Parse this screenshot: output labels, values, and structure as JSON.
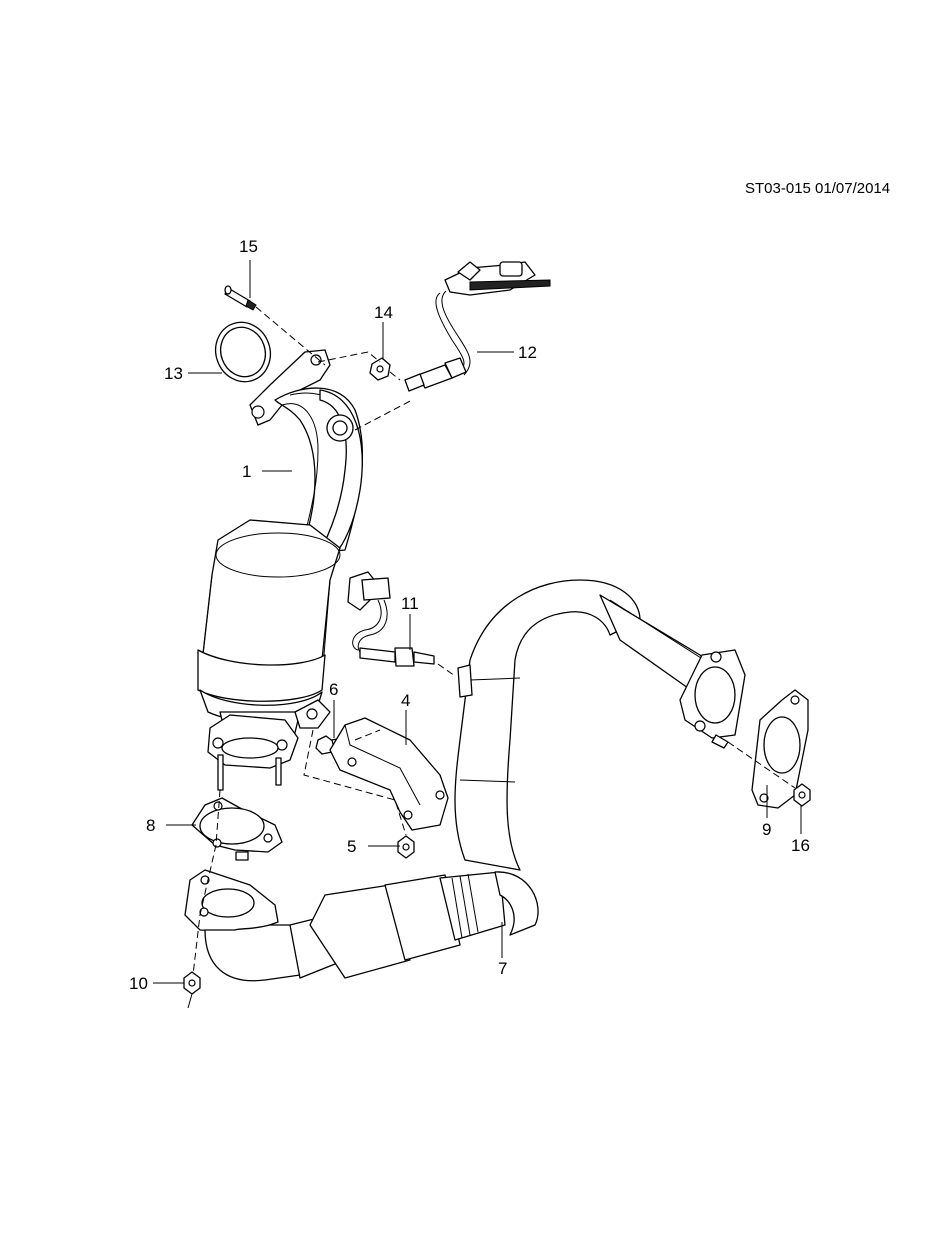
{
  "drawing": {
    "reference_code": "ST03-015 01/07/2014"
  },
  "callouts": [
    {
      "id": "c1",
      "label": "1"
    },
    {
      "id": "c4",
      "label": "4"
    },
    {
      "id": "c5",
      "label": "5"
    },
    {
      "id": "c6",
      "label": "6"
    },
    {
      "id": "c7",
      "label": "7"
    },
    {
      "id": "c8",
      "label": "8"
    },
    {
      "id": "c9",
      "label": "9"
    },
    {
      "id": "c10",
      "label": "10"
    },
    {
      "id": "c11",
      "label": "11"
    },
    {
      "id": "c12",
      "label": "12"
    },
    {
      "id": "c13",
      "label": "13"
    },
    {
      "id": "c14",
      "label": "14"
    },
    {
      "id": "c15",
      "label": "15"
    },
    {
      "id": "c16",
      "label": "16"
    }
  ]
}
